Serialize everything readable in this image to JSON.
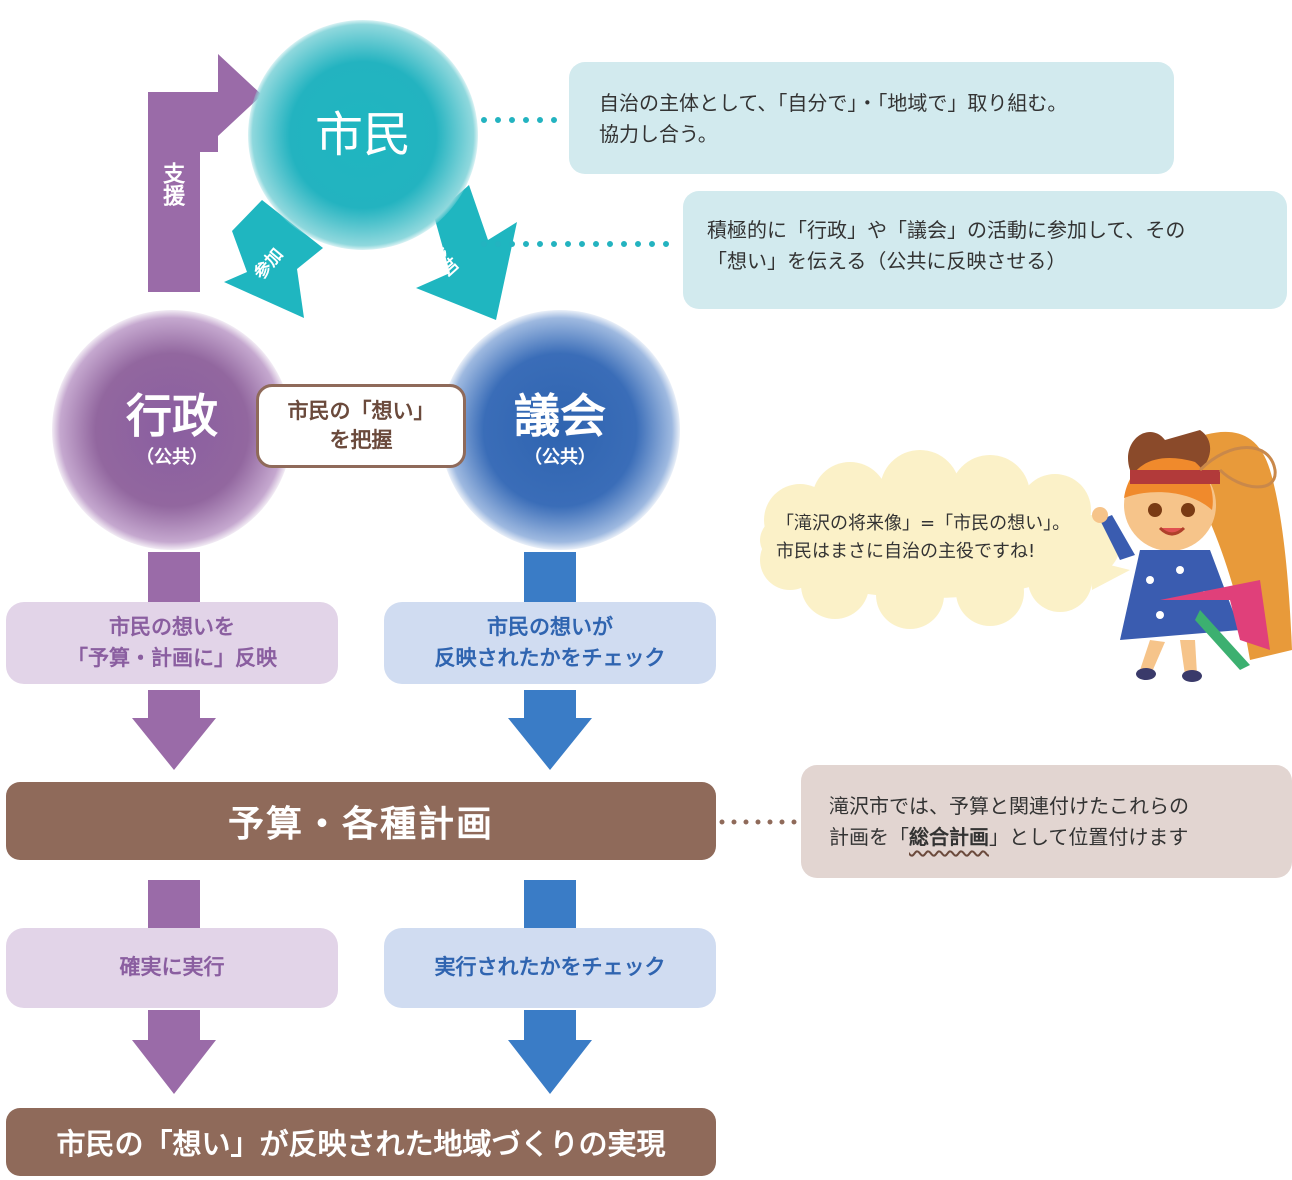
{
  "nodes": {
    "citizen": "市民",
    "admin": "行政",
    "admin_sub": "（公共）",
    "council": "議会",
    "council_sub": "（公共）"
  },
  "arrow_labels": {
    "support": "支援",
    "participate_left": "参加",
    "participate_right": "参加"
  },
  "grasp": {
    "line1": "市民の「想い」",
    "line2": "を把握"
  },
  "bubbles": {
    "citizen_role": {
      "line1": "自治の主体として、「自分で」・「地域で」取り組む。",
      "line2": "協力し合う。"
    },
    "participation": {
      "line1": "積極的に「行政」や「議会」の活動に参加して、その",
      "line2": "「想い」を伝える（公共に反映させる）"
    },
    "plan_note": {
      "line1": "滝沢市では、予算と関連付けたこれらの",
      "line2_pre": "計画を「",
      "line2_strong": "総合計画",
      "line2_post": "」として位置付けます"
    }
  },
  "steps": {
    "admin_reflect": {
      "line1": "市民の想いを",
      "line2": "「予算・計画に」反映"
    },
    "council_check": {
      "line1": "市民の想いが",
      "line2": "反映されたかをチェック"
    },
    "admin_execute": "確実に実行",
    "council_execute_check": "実行されたかをチェック"
  },
  "bars": {
    "plans": "予算・各種計画",
    "realization": "市民の「想い」が反映された地域づくりの実現"
  },
  "mascot_speech": {
    "line1": "「滝沢の将来像」=「市民の想い」。",
    "line2": "市民はまさに自治の主役ですね!"
  },
  "colors": {
    "teal": "#23b3c0",
    "purple": "#8a5ea0",
    "blue": "#2f64b0",
    "brown": "#8f6a5a"
  }
}
